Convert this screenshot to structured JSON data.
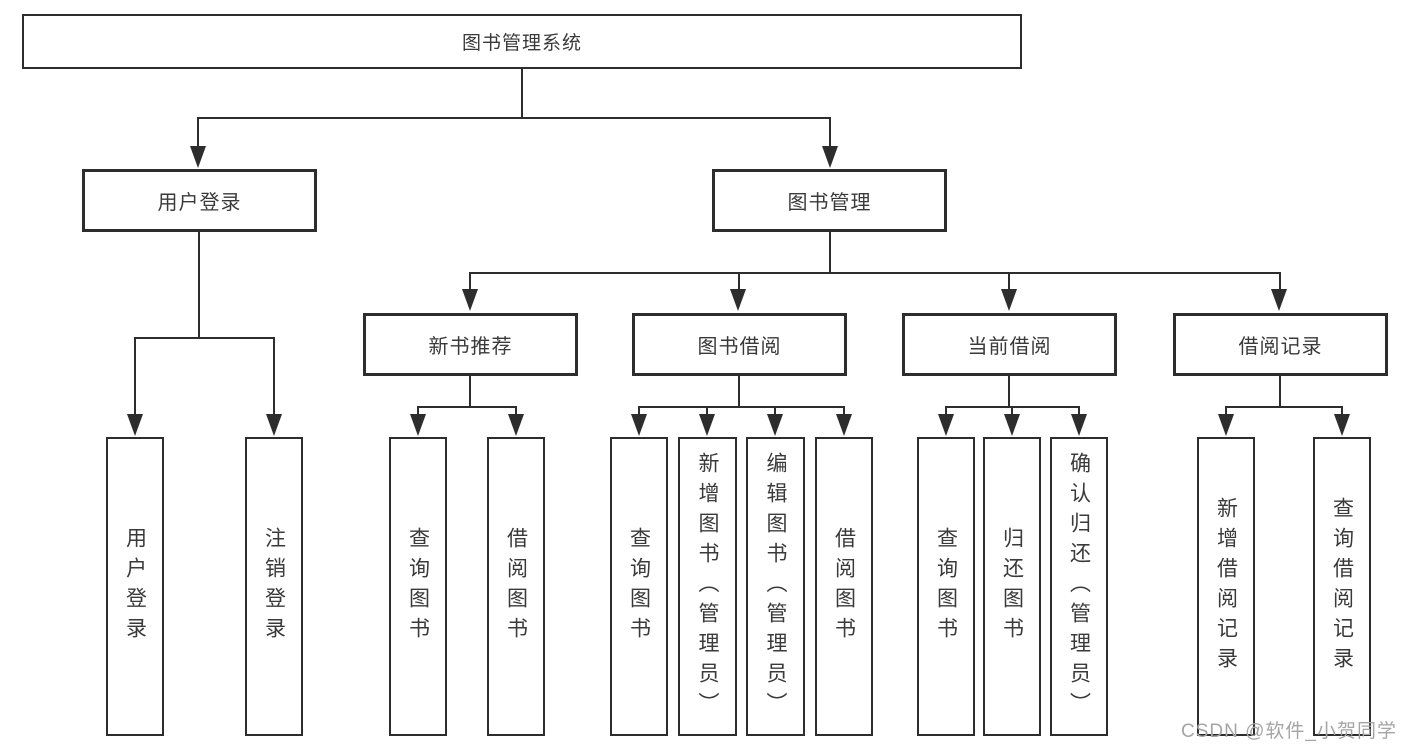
{
  "diagram": {
    "root": {
      "label": "图书管理系统"
    },
    "level2": [
      {
        "label": "用户登录"
      },
      {
        "label": "图书管理"
      }
    ],
    "level3": [
      {
        "label": "新书推荐"
      },
      {
        "label": "图书借阅"
      },
      {
        "label": "当前借阅"
      },
      {
        "label": "借阅记录"
      }
    ],
    "leaves": {
      "login": [
        "用户登录",
        "注销登录"
      ],
      "newbook": [
        "查询图书",
        "借阅图书"
      ],
      "borrow": [
        "查询图书",
        "新增图书（管理员）",
        "编辑图书（管理员）",
        "借阅图书"
      ],
      "current": [
        "查询图书",
        "归还图书",
        "确认归还（管理员）"
      ],
      "records": [
        "新增借阅记录",
        "查询借阅记录"
      ]
    }
  },
  "watermark": {
    "text": "CSDN @软件_小贺同学"
  },
  "colors": {
    "line": "#2d2d2d",
    "box_border": "#2d2d2d",
    "text": "#3a3a3a",
    "watermark": "#a5a5a5",
    "background": "#ffffff"
  }
}
